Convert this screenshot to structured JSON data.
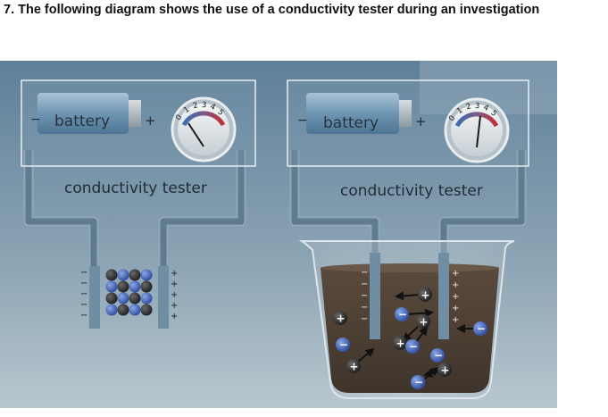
{
  "question": {
    "text": "7.   The following diagram shows the use of a conductivity tester during an investigation"
  },
  "left_setup": {
    "battery_label": "battery",
    "tester_label": "conductivity tester",
    "meter_scale": [
      "0",
      "1",
      "2",
      "3",
      "4",
      "5"
    ],
    "minus_sign": "−",
    "plus_sign": "+"
  },
  "right_setup": {
    "battery_label": "battery",
    "tester_label": "conductivity tester",
    "meter_scale": [
      "0",
      "1",
      "2",
      "3",
      "4",
      "5"
    ],
    "minus_sign": "−",
    "plus_sign": "+"
  },
  "ion_signs": {
    "positive": "+",
    "negative": "−"
  },
  "colors": {
    "background": "#5b7e98",
    "battery": "#6d94b0",
    "wire": "#6d8799",
    "cation": "#2b2b2b",
    "anion": "#3a57b0",
    "solution": "#4e3f34"
  }
}
